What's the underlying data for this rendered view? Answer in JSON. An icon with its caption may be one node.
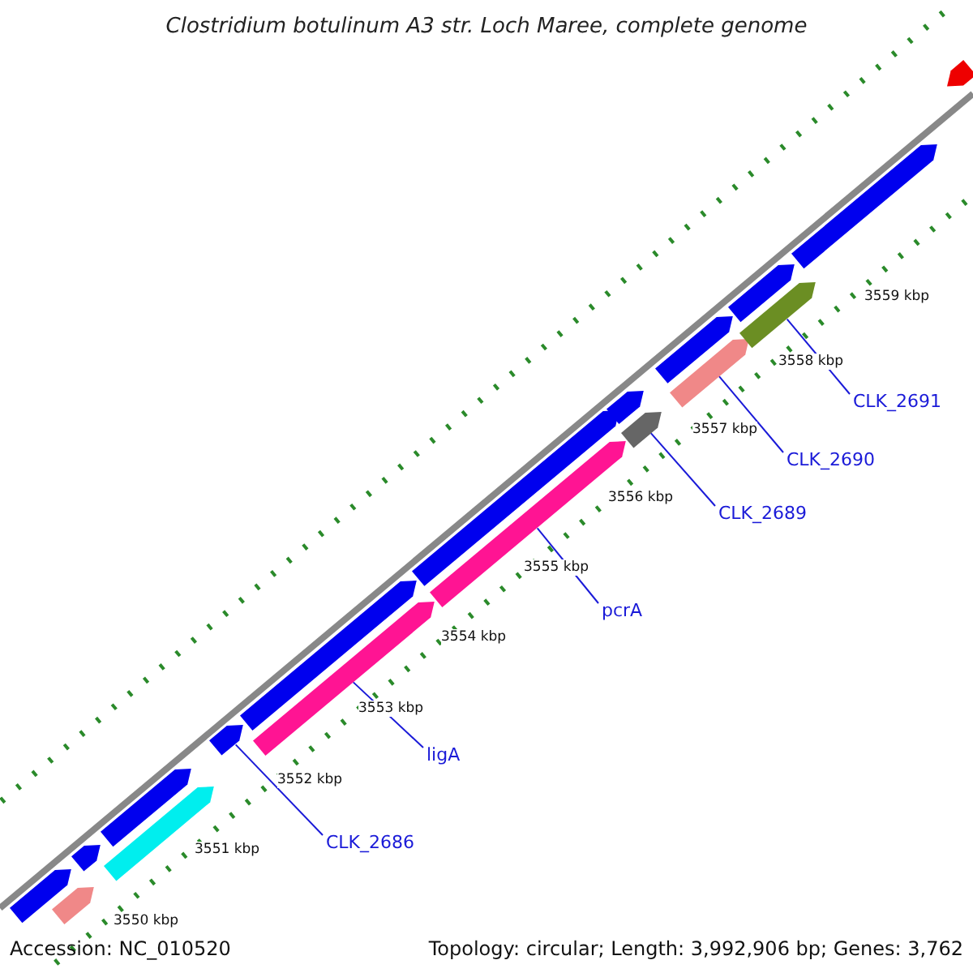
{
  "diagram": {
    "title": "Clostridium botulinum A3 str. Loch Maree, complete genome",
    "nodes": [
      {
        "text": [],
        "shape": "arrow"
      },
      {
        "text": [],
        "shape": "arrow"
      },
      {
        "text": [],
        "shape": "arrow"
      },
      {
        "text": [],
        "shape": "arrow"
      },
      {
        "text": [],
        "shape": "arrow"
      },
      {
        "text": [],
        "shape": "arrow"
      },
      {
        "text": [],
        "shape": "arrow"
      },
      {
        "text": [],
        "shape": "arrow"
      },
      {
        "text": [],
        "shape": "arrow"
      },
      {
        "text": [],
        "shape": "arrow"
      },
      {
        "text": [],
        "shape": "arrow"
      },
      {
        "text": [],
        "shape": "arrow"
      },
      {
        "text": [],
        "shape": "arrow"
      },
      {
        "text": [],
        "shape": "arrow"
      },
      {
        "text": [],
        "shape": "arrow"
      },
      {
        "text": [],
        "shape": "arrow"
      },
      {
        "text": [],
        "shape": "arrow"
      },
      {
        "text": [],
        "shape": "arrow"
      },
      {
        "text": [
          "CLK_2686"
        ]
      },
      {
        "text": [
          "ligA"
        ]
      },
      {
        "text": [
          "pcrA"
        ]
      },
      {
        "text": [
          "CLK_2689"
        ]
      },
      {
        "text": [
          "CLK_2690"
        ]
      },
      {
        "text": [
          "CLK_2691"
        ]
      }
    ],
    "edges": [
      {
        "from": 18,
        "to": 5,
        "arrow": "none"
      },
      {
        "from": 19,
        "to": 7,
        "arrow": "none"
      },
      {
        "from": 20,
        "to": 9,
        "arrow": "none"
      },
      {
        "from": 21,
        "to": 11,
        "arrow": "none"
      },
      {
        "from": 22,
        "to": 13,
        "arrow": "none"
      },
      {
        "from": 23,
        "to": 15,
        "arrow": "none"
      }
    ],
    "labels": [
      "3550 kbp",
      "3551 kbp",
      "3552 kbp",
      "3553 kbp",
      "3554 kbp",
      "3555 kbp",
      "3556 kbp",
      "3557 kbp",
      "3558 kbp",
      "3559 kbp",
      "Accession: NC_010520",
      "Topology: circular; Length: 3,992,906 bp; Genes: 3,762"
    ]
  }
}
